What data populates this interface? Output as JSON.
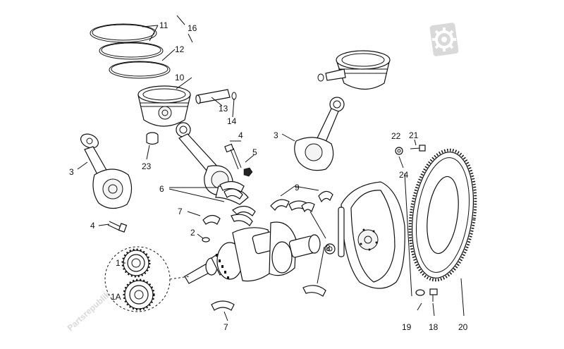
{
  "watermark": {
    "text": "Partsrepublik",
    "gear_icon": "gear-icon",
    "color": "#d9d9d9"
  },
  "callouts": [
    {
      "id": "c11",
      "label": "11"
    },
    {
      "id": "c16",
      "label": "16"
    },
    {
      "id": "c12",
      "label": "12"
    },
    {
      "id": "c10",
      "label": "10"
    },
    {
      "id": "c13",
      "label": "13"
    },
    {
      "id": "c14",
      "label": "14"
    },
    {
      "id": "c4a",
      "label": "4"
    },
    {
      "id": "c5",
      "label": "5"
    },
    {
      "id": "c23",
      "label": "23"
    },
    {
      "id": "c3a",
      "label": "3"
    },
    {
      "id": "c6",
      "label": "6"
    },
    {
      "id": "c7a",
      "label": "7"
    },
    {
      "id": "c4b",
      "label": "4"
    },
    {
      "id": "c2",
      "label": "2"
    },
    {
      "id": "c1",
      "label": "1"
    },
    {
      "id": "c1A",
      "label": "1A"
    },
    {
      "id": "c7b",
      "label": "7"
    },
    {
      "id": "c3b",
      "label": "3"
    },
    {
      "id": "c9",
      "label": "9"
    },
    {
      "id": "c8",
      "label": "8"
    },
    {
      "id": "c22",
      "label": "22"
    },
    {
      "id": "c21",
      "label": "21"
    },
    {
      "id": "c24",
      "label": "24"
    },
    {
      "id": "c19",
      "label": "19"
    },
    {
      "id": "c18",
      "label": "18"
    },
    {
      "id": "c20",
      "label": "20"
    }
  ]
}
